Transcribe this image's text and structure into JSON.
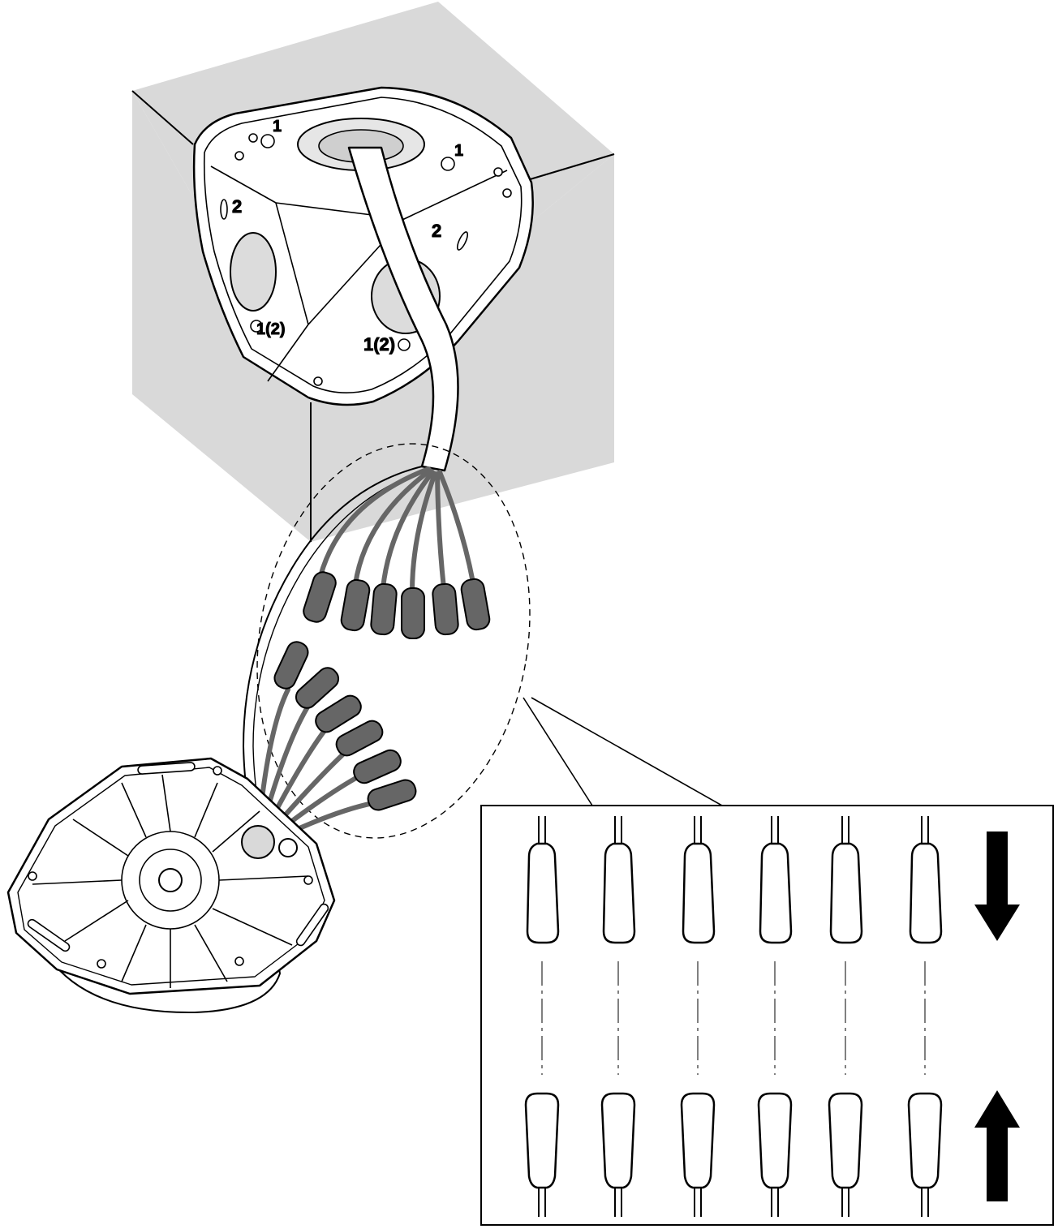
{
  "figure": {
    "mount_labels": {
      "hole_top_left": "1",
      "hole_top_right": "1",
      "slot_left": "2",
      "slot_right": "2",
      "knockout_left": "1(2)",
      "knockout_right": "1(2)"
    },
    "wire_count": 6,
    "detail_connector_pairs": 6,
    "detail_arrow_top": "arrow-down-icon",
    "detail_arrow_bottom": "arrow-up-icon"
  },
  "colors": {
    "wall": "#d9d9d9",
    "wire": "#666666",
    "outline": "#000000",
    "paper": "#ffffff"
  }
}
